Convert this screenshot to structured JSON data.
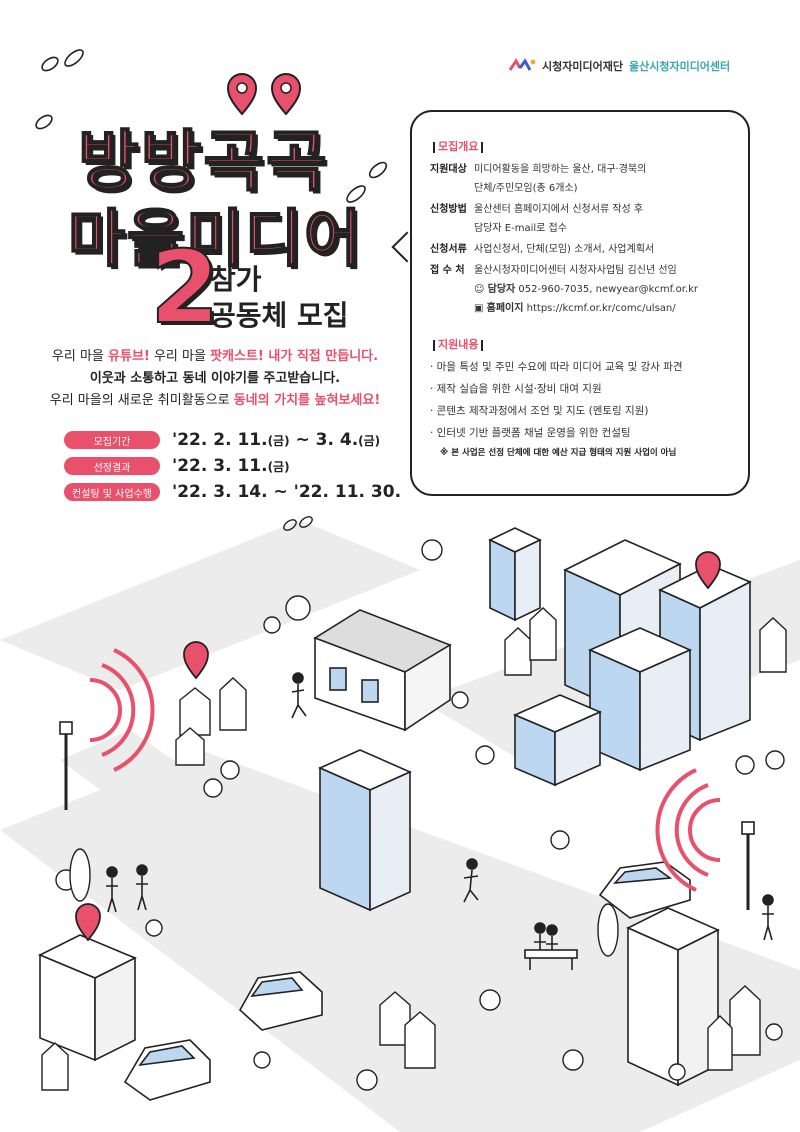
{
  "logo": {
    "org": "시청자미디어재단",
    "center": "울산시청자미디어센터"
  },
  "title": {
    "line1": "방방곡곡",
    "line2": "마을미디어",
    "number": "2",
    "sub1": "참가",
    "sub2": "공동체 모집"
  },
  "intro": {
    "l1a": "우리 마을 ",
    "l1b": "유튜브!",
    "l1c": " 우리 마을 ",
    "l1d": "팟캐스트! 내가 직접 만듭니다.",
    "l2": "이웃과 소통하고 동네 이야기를 주고받습니다.",
    "l3a": "우리 마을의 새로운 취미활동으로 ",
    "l3b": "동네의 가치를 높혀보세요!"
  },
  "schedule": [
    {
      "label": "모집기간",
      "value": "'22. 2. 11.",
      "day1": "(금)",
      "sep": " ~ 3. 4.",
      "day2": "(금)"
    },
    {
      "label": "선정결과",
      "value": "'22. 3. 11.",
      "day1": "(금)"
    },
    {
      "label": "컨설팅 및 사업수행",
      "value": "'22. 3. 14. ~ '22. 11. 30."
    }
  ],
  "info": {
    "recruit_title": "모집개요",
    "rows": [
      {
        "k": "지원대상",
        "v1": "미디어활동을 희망하는 울산, 대구·경북의",
        "v2": "단체/주민모임(총 6개소)"
      },
      {
        "k": "신청방법",
        "v1": "울산센터 홈페이지에서 신청서류 작성 후",
        "v2": "담당자 E-mail로 접수"
      },
      {
        "k": "신청서류",
        "v1": "사업신청서, 단체(모임) 소개서, 사업계획서"
      },
      {
        "k": "접 수 처",
        "v1": "울산시청자미디어센터 시청자사업팀 김신년 선임"
      }
    ],
    "contact_label": "담당자",
    "contact": "052-960-7035, newyear@kcmf.or.kr",
    "home_label": "홈페이지",
    "home": "https://kcmf.or.kr/comc/ulsan/",
    "support_title": "지원내용",
    "support": [
      "· 마을 특성 및 주민 수요에 따라 미디어 교육 및 강사 파견",
      "· 제작 실습을 위한 시설·장비 대여 지원",
      "· 콘텐츠 제작과정에서 조언 및 지도 (멘토링 지원)",
      "· 인터넷 기반 플랫폼 채널 운영을 위한 컨설팅"
    ],
    "note": "※ 본 사업은 선정 단체에 대한 예산 지급 형태의 지원 사업이 아님"
  },
  "colors": {
    "accent": "#e8506b",
    "teal": "#3aa7a9",
    "building": "#bcd7ef",
    "road": "#ececec"
  }
}
